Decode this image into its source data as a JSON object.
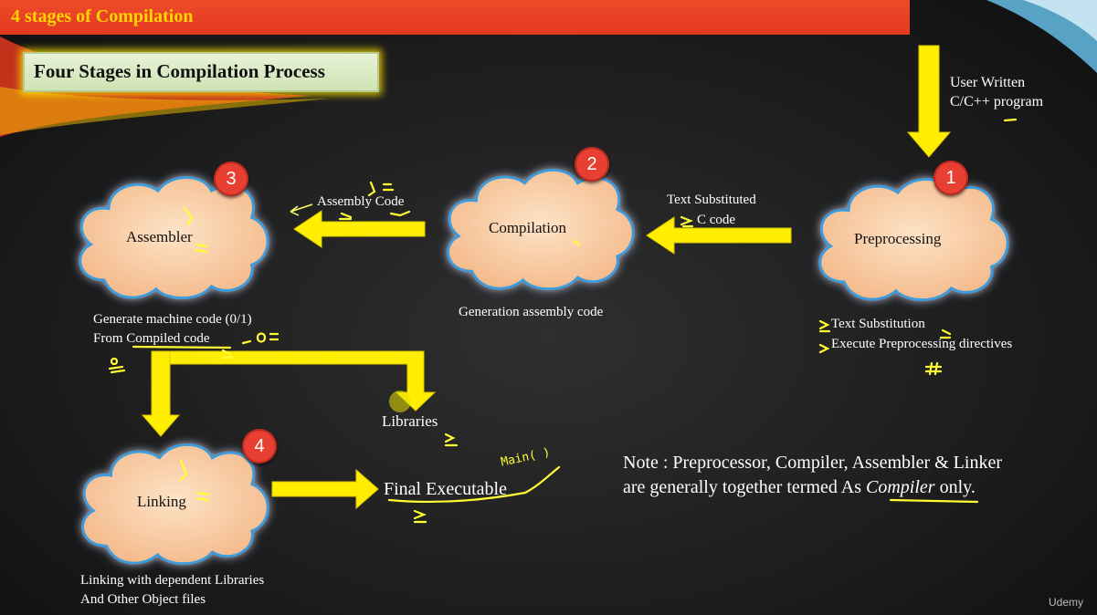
{
  "title_bar": {
    "text": "4 stages of Compilation"
  },
  "heading": {
    "text": "Four Stages in Compilation Process"
  },
  "stages": [
    {
      "number": "1",
      "name": "Preprocessing"
    },
    {
      "number": "2",
      "name": "Compilation"
    },
    {
      "number": "3",
      "name": "Assembler"
    },
    {
      "number": "4",
      "name": "Linking"
    }
  ],
  "labels": {
    "input_line1": "User Written",
    "input_line2": "C/C++ program",
    "text_substituted_line1": "Text Substituted",
    "text_substituted_line2": "C code",
    "assembly_code": "Assembly Code",
    "preprocessing_desc_line1": "Text Substitution",
    "preprocessing_desc_line2": "Execute Preprocessing directives",
    "compilation_desc": "Generation assembly code",
    "assembler_desc_line1": "Generate machine code (0/1)",
    "assembler_desc_line2": "From Compiled code",
    "libraries": "Libraries",
    "linking_desc_line1": "Linking with dependent Libraries",
    "linking_desc_line2": "And Other Object files",
    "final_executable": "Final Executable"
  },
  "note": {
    "line1": "Note : Preprocessor, Compiler, Assembler & Linker",
    "line2_before": "are generally together termed As ",
    "line2_emph": "Compiler",
    "line2_after": " only."
  },
  "annotations": {
    "main_scribble": "Main( )",
    "hash_scribble": "#"
  },
  "watermark": {
    "text": "Udemy"
  },
  "colors": {
    "title_bar": "#e23a20",
    "title_text": "#ffd400",
    "arrow": "#ffee00",
    "cloud_fill": "#f9cfa3",
    "cloud_glow": "#4aa7e6",
    "badge": "#e74032",
    "ink": "#ffff33"
  }
}
